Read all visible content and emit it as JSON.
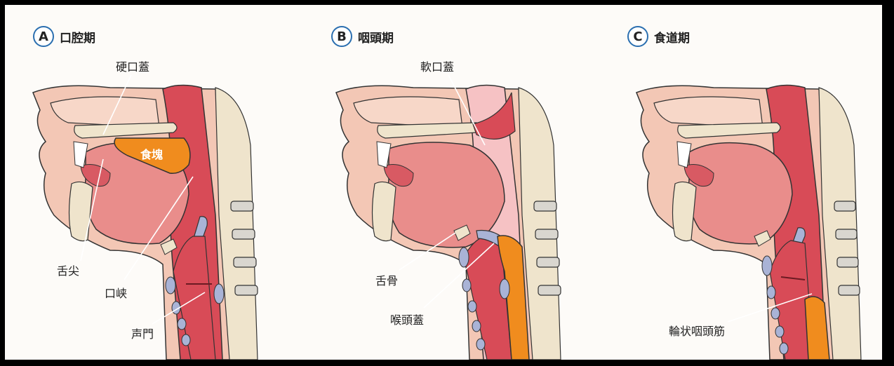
{
  "panels": [
    {
      "letter": "A",
      "phase": "口腔期",
      "labels": {
        "hard_palate": "硬口蓋",
        "bolus": "食塊",
        "tongue_tip": "舌尖",
        "fauces": "口峡",
        "glottis": "声門"
      }
    },
    {
      "letter": "B",
      "phase": "咽頭期",
      "labels": {
        "soft_palate": "軟口蓋",
        "hyoid": "舌骨",
        "epiglottis": "喉頭蓋"
      }
    },
    {
      "letter": "C",
      "phase": "食道期",
      "labels": {
        "cricopharyngeus": "輪状咽頭筋"
      }
    }
  ],
  "colors": {
    "badge": "#2b6fb0",
    "skin": "#f3c7b5",
    "tongue": "#e98d8b",
    "pharynx": "#d84b57",
    "bolus": "#f08c1e",
    "cartilage": "#a9b3d6",
    "bone": "#efe4cc"
  }
}
